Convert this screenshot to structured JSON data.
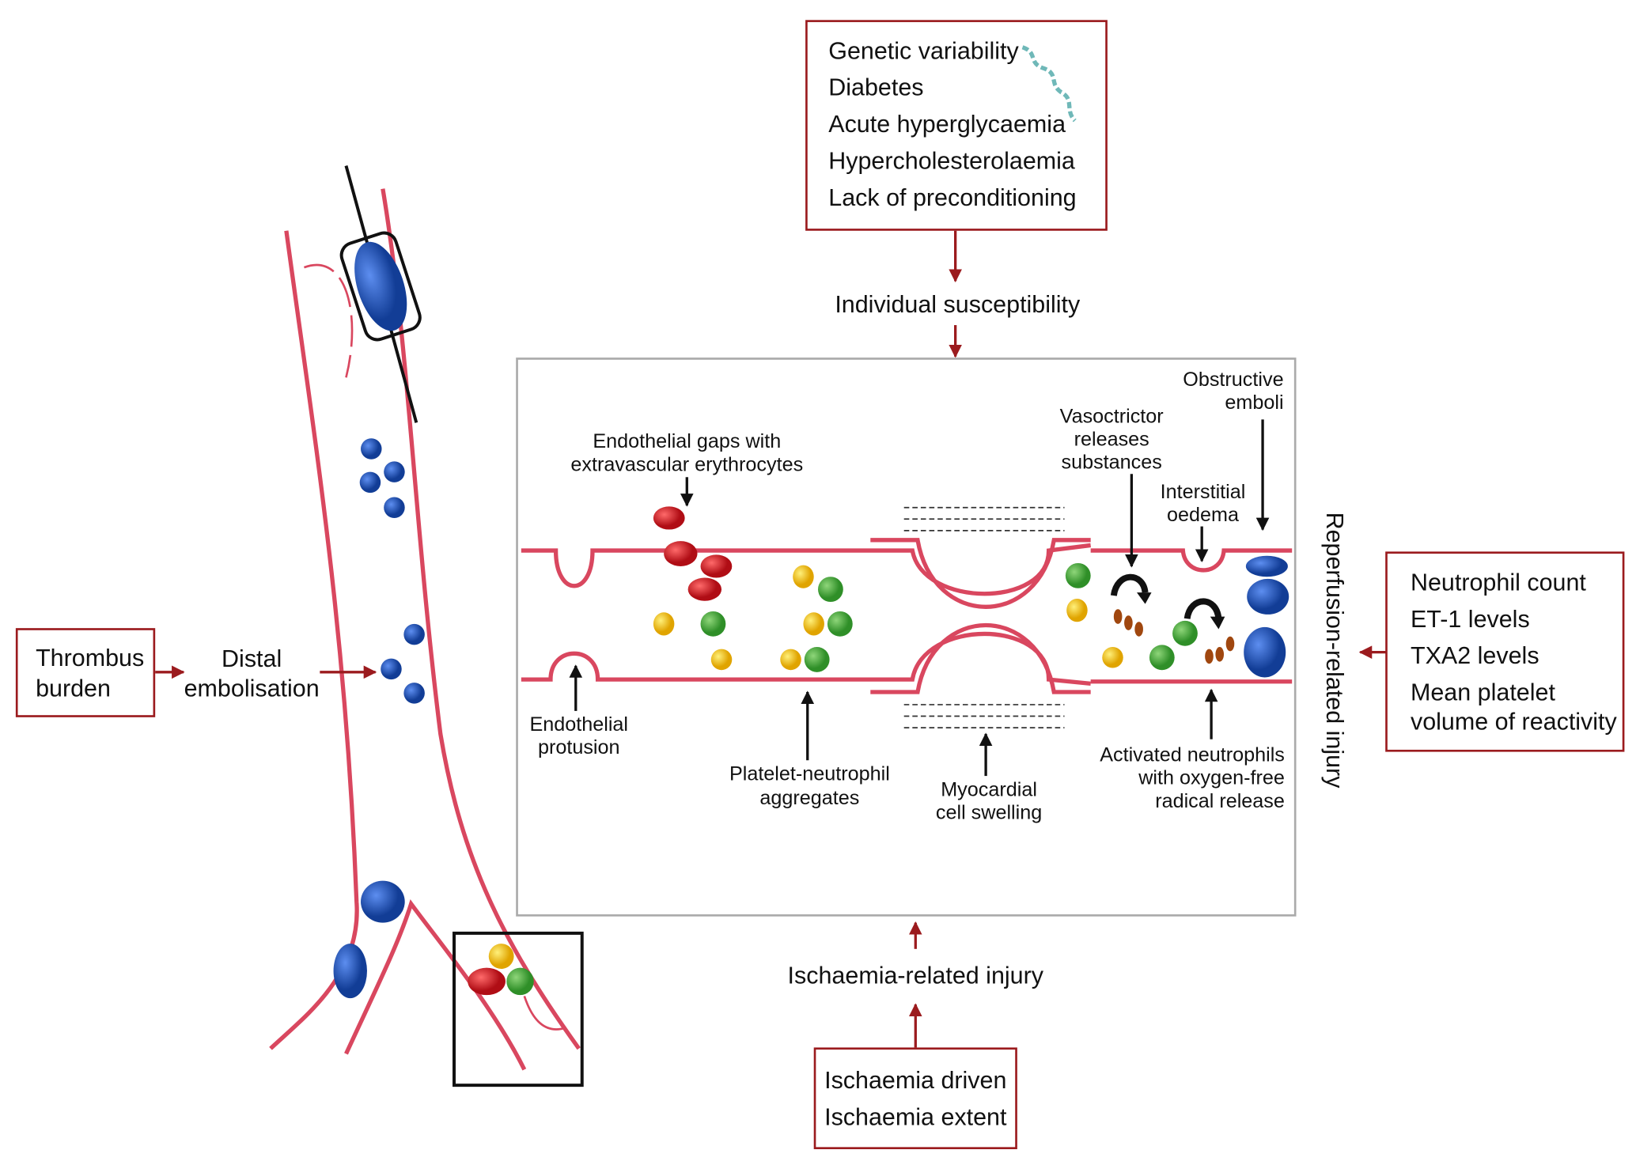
{
  "colors": {
    "box_border": "#9b1b1e",
    "vessel": "#d9475f",
    "erythrocyte": "#c8141e",
    "platelet": "#f0b800",
    "neutrophil": "#3fa535",
    "embolus": "#1d4fae",
    "substance": "#a0470f",
    "panel_border": "#aaaaaa"
  },
  "icons": [
    "dna-helix-icon",
    "stent-icon",
    "curved-arrow-icon"
  ],
  "susceptibility_box": {
    "lines": [
      "Genetic variability",
      "Diabetes",
      "Acute hyperglycaemia",
      "Hypercholesterolaemia",
      "Lack of preconditioning"
    ]
  },
  "individual_susceptibility": "Individual susceptibility",
  "thrombus_box": {
    "lines": [
      "Thrombus",
      "burden"
    ]
  },
  "distal_embolisation": [
    "Distal",
    "embolisation"
  ],
  "panel_labels": {
    "endothelial_gaps": [
      "Endothelial gaps with",
      "extravascular erythrocytes"
    ],
    "endothelial_protusion": [
      "Endothelial",
      "protusion"
    ],
    "platelet_neutrophil": [
      "Platelet-neutrophil",
      "aggregates"
    ],
    "myocardial_swelling": [
      "Myocardial",
      "cell swelling"
    ],
    "vasoconstrictor": [
      "Vasoctrictor",
      "releases",
      "substances"
    ],
    "interstitial_oedema": [
      "Interstitial",
      "oedema"
    ],
    "obstructive_emboli": [
      "Obstructive",
      "emboli"
    ],
    "activated_neutrophils": [
      "Activated neutrophils",
      "with oxygen-free",
      "radical release"
    ]
  },
  "reperfusion_injury": "Reperfusion-related injury",
  "reperfusion_box": {
    "lines": [
      "Neutrophil count",
      "ET-1 levels",
      "TXA2 levels",
      "Mean platelet",
      "volume of reactivity"
    ]
  },
  "ischaemia_injury": "Ischaemia-related injury",
  "ischaemia_box": {
    "lines": [
      "Ischaemia driven",
      "Ischaemia extent"
    ]
  }
}
